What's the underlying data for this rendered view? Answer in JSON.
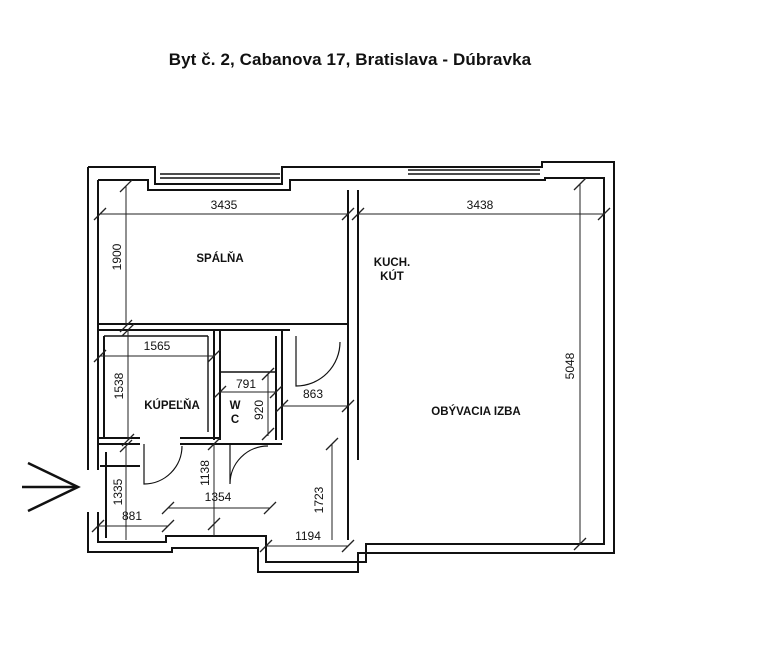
{
  "title": "Byt č. 2, Cabanova 17, Bratislava - Dúbravka",
  "rooms": {
    "bedroom": "SPÁLŇA",
    "kitchen_line1": "KUCH.",
    "kitchen_line2": "KÚT",
    "living": "OBÝVACIA IZBA",
    "bathroom": "KÚPEĽŇA",
    "wc_line1": "W",
    "wc_line2": "C"
  },
  "dimensions": {
    "bedroom_width": "3435",
    "bedroom_depth": "1900",
    "living_width": "3438",
    "living_depth": "5048",
    "bath_width": "1565",
    "bath_depth": "1538",
    "wc_width": "791",
    "wc_depth": "920",
    "corridor_width": "863",
    "hall_depth": "1138",
    "hall_width": "1354",
    "hall_length": "1723",
    "hall_bottom": "1194",
    "entry_depth": "1335",
    "entry_width": "881"
  },
  "entrance_arrow": "arrow-right-icon"
}
